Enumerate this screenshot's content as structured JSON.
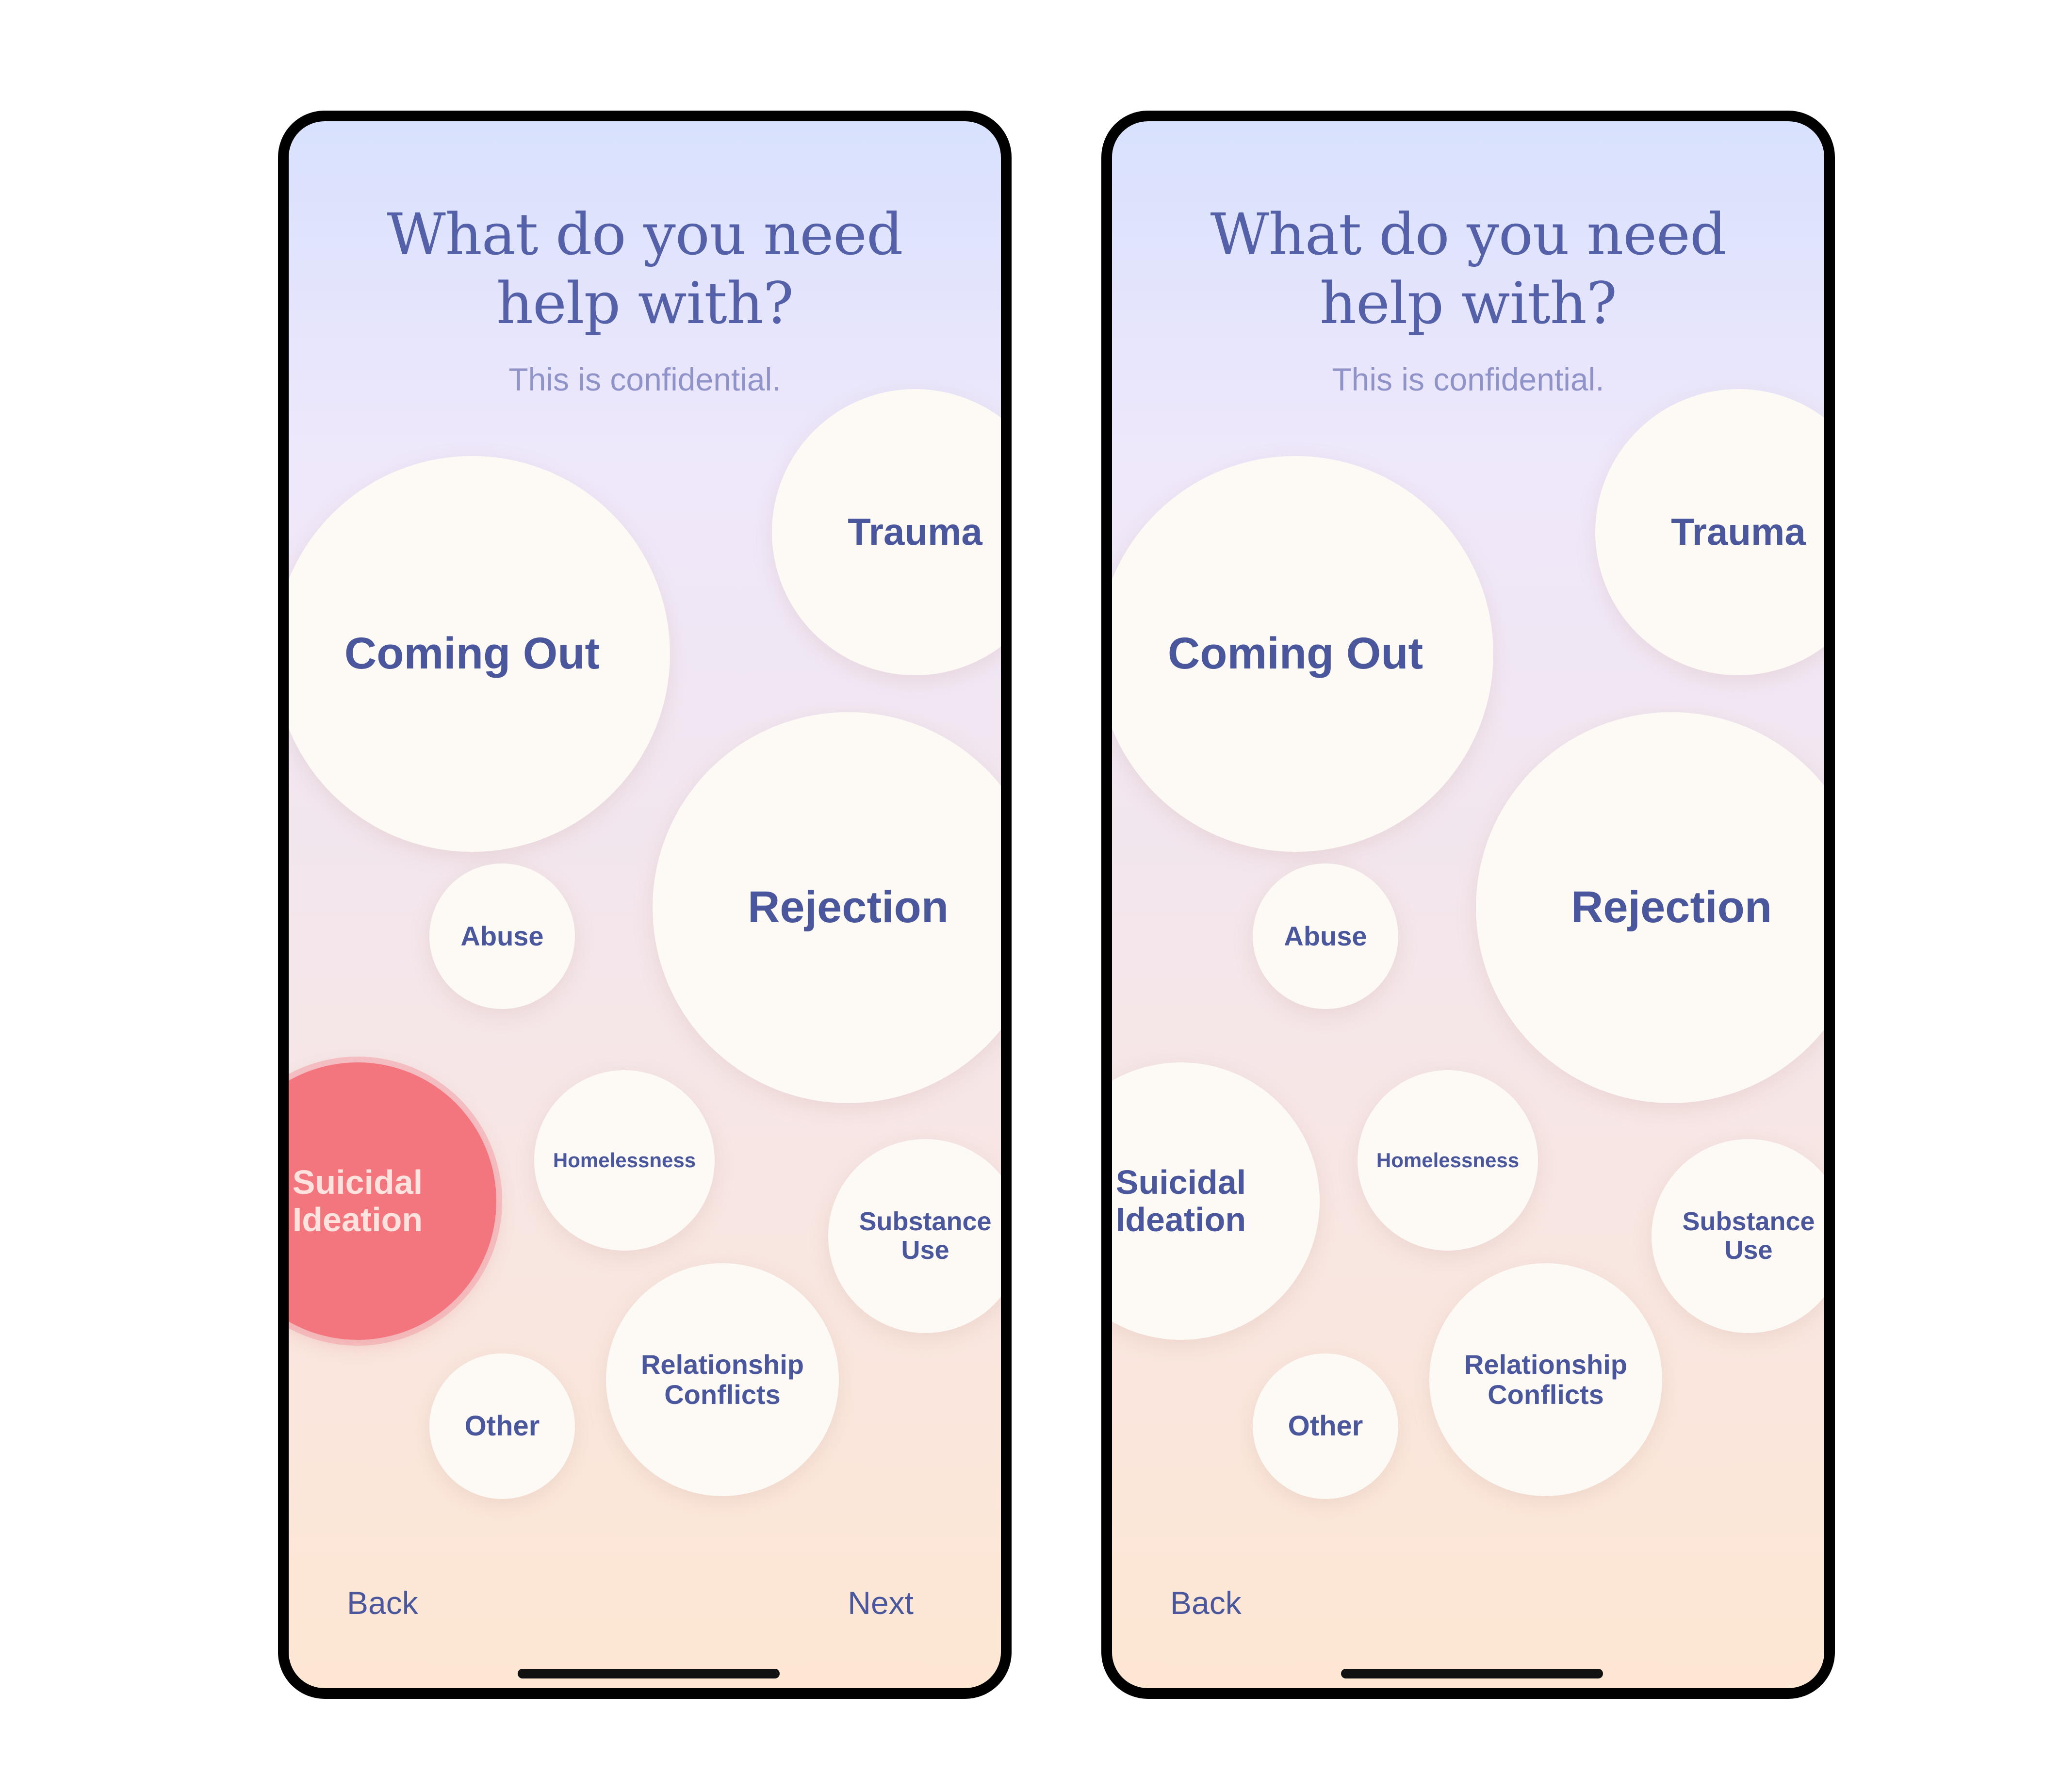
{
  "screens": [
    {
      "title_line1": "What do you need",
      "title_line2": "help with?",
      "subtitle": "This is confidential.",
      "options": {
        "trauma": "Trauma",
        "coming_out": "Coming Out",
        "rejection": "Rejection",
        "abuse": "Abuse",
        "suicidal_ideation_line1": "Suicidal",
        "suicidal_ideation_line2": "Ideation",
        "homelessness": "Homelessness",
        "substance_use_line1": "Substance",
        "substance_use_line2": "Use",
        "relationship_conflicts_line1": "Relationship",
        "relationship_conflicts_line2": "Conflicts",
        "other": "Other"
      },
      "selected_option": "Suicidal Ideation",
      "back_label": "Back",
      "next_label": "Next"
    },
    {
      "title_line1": "What do you need",
      "title_line2": "help with?",
      "subtitle": "This is confidential.",
      "options": {
        "trauma": "Trauma",
        "coming_out": "Coming Out",
        "rejection": "Rejection",
        "abuse": "Abuse",
        "suicidal_ideation_line1": "Suicidal",
        "suicidal_ideation_line2": "Ideation",
        "homelessness": "Homelessness",
        "substance_use_line1": "Substance",
        "substance_use_line2": "Use",
        "relationship_conflicts_line1": "Relationship",
        "relationship_conflicts_line2": "Conflicts",
        "other": "Other"
      },
      "selected_option": "",
      "back_label": "Back"
    }
  ],
  "colors": {
    "text_primary": "#4b579c",
    "title": "#5460a8",
    "subtitle": "#8f93c8",
    "bubble": "#fdfaf5",
    "selected_bubble": "#f3767f",
    "selected_text": "#fde2dd",
    "gradient_top": "#d8e1fd",
    "gradient_bottom": "#fde7d3"
  }
}
